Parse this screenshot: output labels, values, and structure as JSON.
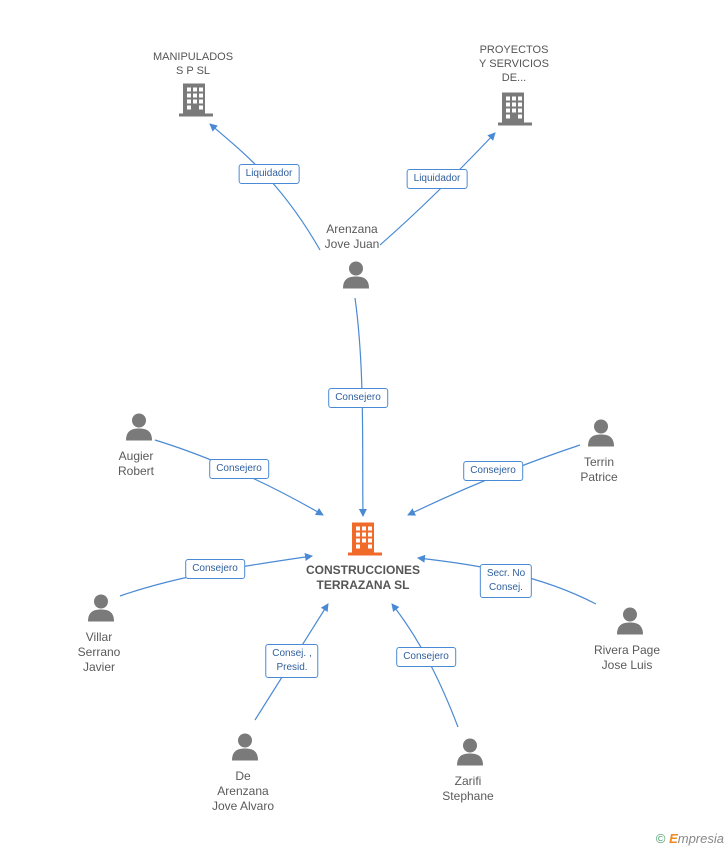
{
  "nodes": {
    "manipulados": {
      "label": "MANIPULADOS\nS P SL",
      "kind": "company"
    },
    "proyectos": {
      "label": "PROYECTOS\nY SERVICIOS\nDE...",
      "kind": "company"
    },
    "arenzana_juan": {
      "label": "Arenzana\nJove Juan",
      "kind": "person"
    },
    "augier": {
      "label": "Augier\nRobert",
      "kind": "person"
    },
    "terrin": {
      "label": "Terrin\nPatrice",
      "kind": "person"
    },
    "central": {
      "label": "CONSTRUCCIONES\nTERRAZANA SL",
      "kind": "central"
    },
    "villar": {
      "label": "Villar\nSerrano\nJavier",
      "kind": "person"
    },
    "rivera": {
      "label": "Rivera Page\nJose Luis",
      "kind": "person"
    },
    "de_arenzana": {
      "label": "De\nArenzana\nJove Alvaro",
      "kind": "person"
    },
    "zarifi": {
      "label": "Zarifi\nStephane",
      "kind": "person"
    }
  },
  "edges": {
    "juan_manip": "Liquidador",
    "juan_proy": "Liquidador",
    "juan_central": "Consejero",
    "augier_central": "Consejero",
    "terrin_central": "Consejero",
    "villar_central": "Consejero",
    "rivera_central": "Secr.  No\nConsej.",
    "dearenzana_central": "Consej. ,\nPresid.",
    "zarifi_central": "Consejero"
  },
  "colors": {
    "edge": "#4a8ad4",
    "icon_gray": "#7a7a7a",
    "central_icon": "#f06a2a"
  },
  "footer": {
    "copyright": "©",
    "brand_e": "E",
    "brand_rest": "mpresia"
  }
}
